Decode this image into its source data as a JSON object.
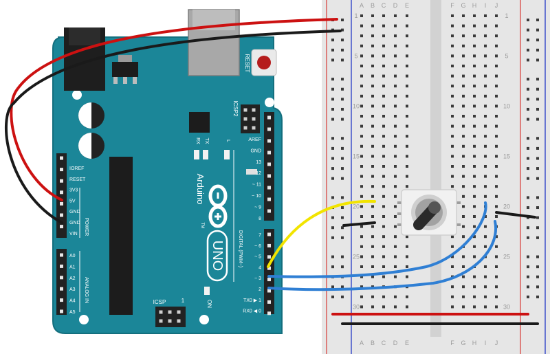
{
  "board": {
    "model": "UNO",
    "brand": "Arduino",
    "tm": "TM",
    "reset_label": "RESET",
    "icsp_label": "ICSP",
    "icsp2_label": "ICSP2",
    "icsp_pin1": "1",
    "led_labels": [
      "RX",
      "TX",
      "L"
    ],
    "on_label": "ON",
    "power_header_label": "POWER",
    "analog_header_label": "ANALOG IN",
    "digital_header_label": "DIGITAL (PWM~)",
    "left_top_pins": [
      "IOREF",
      "RESET",
      "3V3",
      "5V",
      "GND",
      "GND",
      "VIN"
    ],
    "analog_pins": [
      "A0",
      "A1",
      "A2",
      "A3",
      "A4",
      "A5"
    ],
    "right_top_pins": [
      "AREF",
      "GND",
      "13",
      "12",
      "~ 11",
      "~ 10",
      "~ 9",
      "8"
    ],
    "right_bottom_pins": [
      "7",
      "~ 6",
      "~ 5",
      "4",
      "~ 3",
      "2",
      "TX0 ▶ 1",
      "RX0 ◀ 0"
    ]
  },
  "breadboard": {
    "column_letters": [
      "A",
      "B",
      "C",
      "D",
      "E",
      "F",
      "G",
      "H",
      "I",
      "J"
    ],
    "row_numbers": [
      "1",
      "5",
      "10",
      "15",
      "20",
      "25",
      "30"
    ]
  },
  "colors": {
    "board_teal": "#1b8698",
    "board_edge": "#146f7e",
    "breadboard": "#e6e6e6",
    "wire_red": "#cc1111",
    "wire_black": "#1a1a1a",
    "wire_yellow": "#f2e400",
    "wire_blue": "#2f7fd4"
  }
}
